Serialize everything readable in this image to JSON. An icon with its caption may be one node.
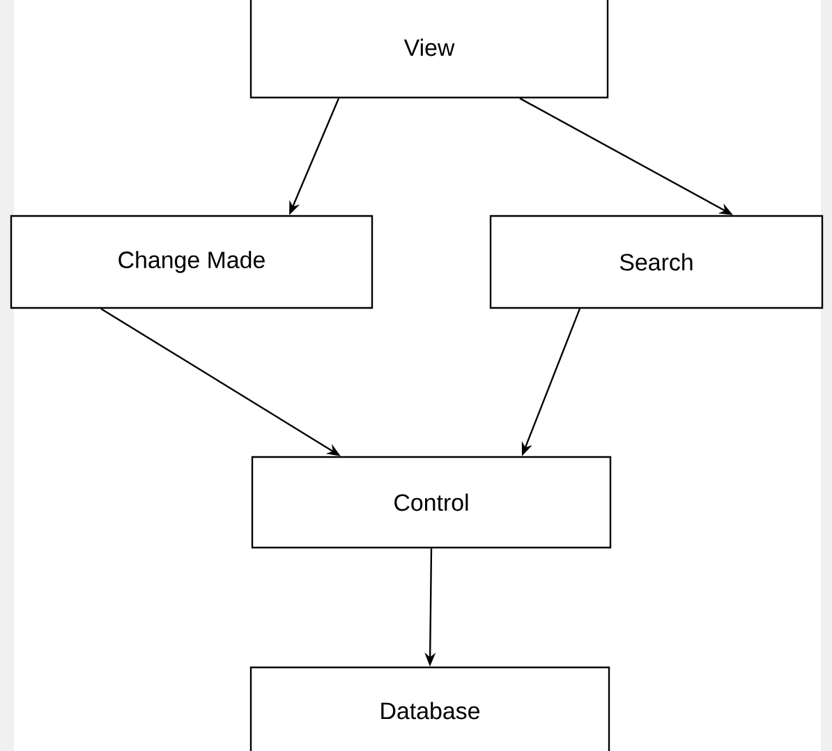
{
  "diagram": {
    "nodes": [
      {
        "text": [
          "View"
        ]
      },
      {
        "text": [
          "Change Made"
        ]
      },
      {
        "text": [
          "Search"
        ]
      },
      {
        "text": [
          "Control"
        ]
      },
      {
        "text": [
          "Database"
        ]
      }
    ],
    "edges": [
      {
        "from": 0,
        "to": 1,
        "arrow": "to"
      },
      {
        "from": 0,
        "to": 2,
        "arrow": "to"
      },
      {
        "from": 1,
        "to": 3,
        "arrow": "to"
      },
      {
        "from": 2,
        "to": 3,
        "arrow": "to"
      },
      {
        "from": 3,
        "to": 4,
        "arrow": "to"
      }
    ]
  }
}
